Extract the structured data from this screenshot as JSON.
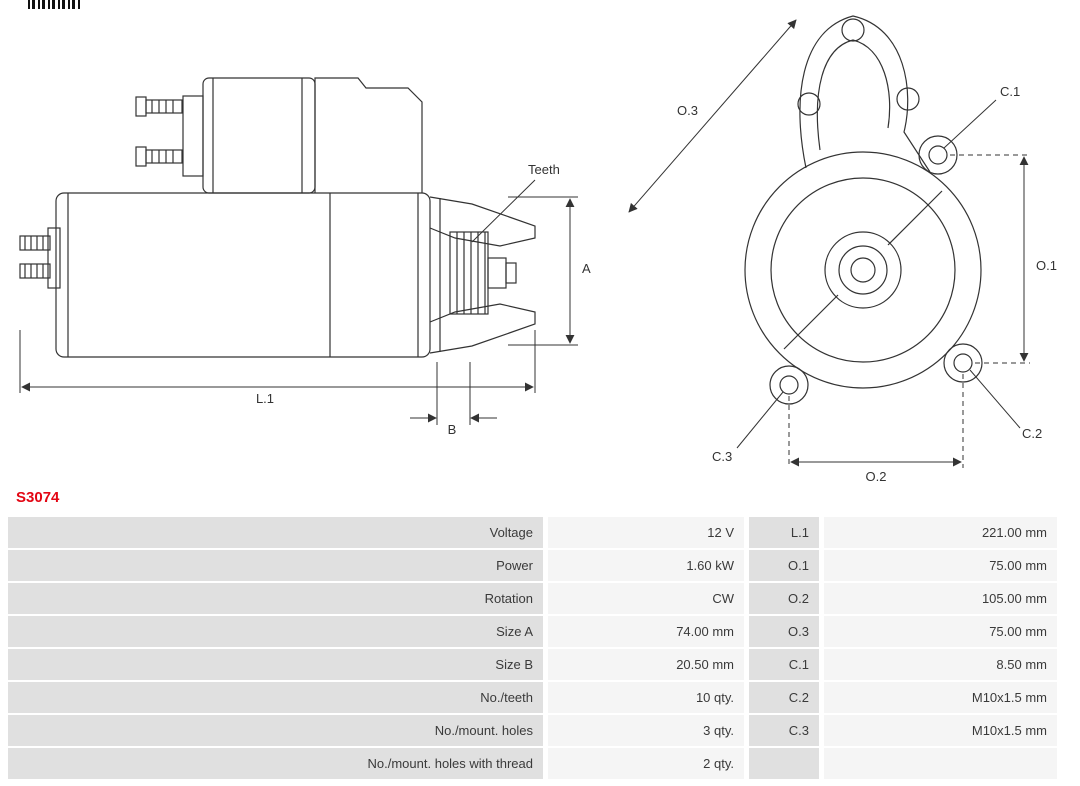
{
  "part_number": "S3074",
  "colors": {
    "accent_red": "#e30613",
    "label_cell_bg": "#e0e0e0",
    "value_cell_bg": "#f5f5f5",
    "line_color": "#333333"
  },
  "icons": {
    "corner_mark": "barcode-mark"
  },
  "diagrams": {
    "side_view": {
      "teeth_label": "Teeth",
      "dim_a": "A",
      "dim_b": "B",
      "dim_l1": "L.1"
    },
    "front_view": {
      "dim_o1": "O.1",
      "dim_o2": "O.2",
      "dim_o3": "O.3",
      "hole_c1": "C.1",
      "hole_c2": "C.2",
      "hole_c3": "C.3"
    }
  },
  "spec_table": {
    "rows": [
      {
        "label1": "Voltage",
        "value1": "12 V",
        "label2": "L.1",
        "value2": "221.00 mm"
      },
      {
        "label1": "Power",
        "value1": "1.60 kW",
        "label2": "O.1",
        "value2": "75.00 mm"
      },
      {
        "label1": "Rotation",
        "value1": "CW",
        "label2": "O.2",
        "value2": "105.00 mm"
      },
      {
        "label1": "Size A",
        "value1": "74.00 mm",
        "label2": "O.3",
        "value2": "75.00 mm"
      },
      {
        "label1": "Size B",
        "value1": "20.50 mm",
        "label2": "C.1",
        "value2": "8.50 mm"
      },
      {
        "label1": "No./teeth",
        "value1": "10 qty.",
        "label2": "C.2",
        "value2": "M10x1.5 mm"
      },
      {
        "label1": "No./mount. holes",
        "value1": "3 qty.",
        "label2": "C.3",
        "value2": "M10x1.5 mm"
      },
      {
        "label1": "No./mount. holes with thread",
        "value1": "2 qty.",
        "label2": "",
        "value2": ""
      }
    ]
  }
}
